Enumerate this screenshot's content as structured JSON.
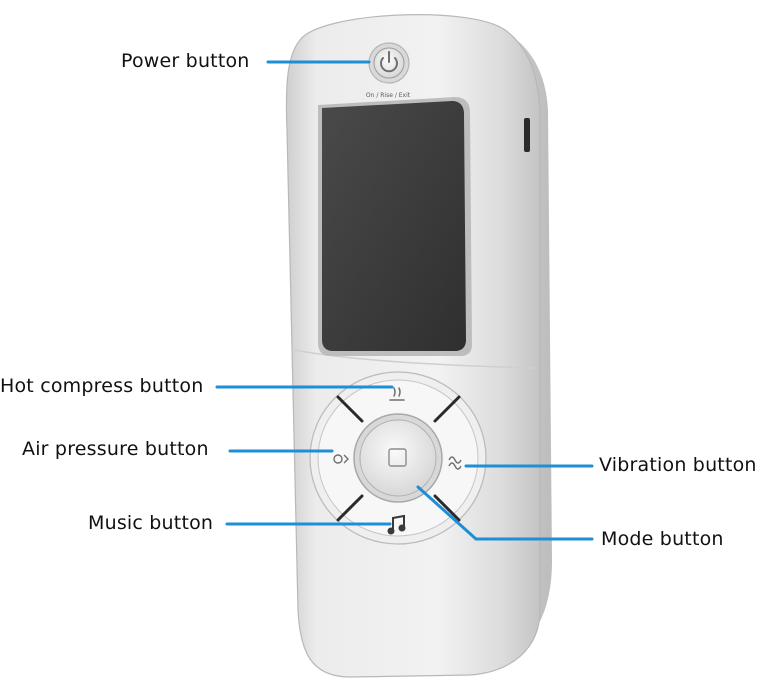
{
  "labels": {
    "power": "Power button",
    "hot_compress": "Hot compress button",
    "air_pressure": "Air pressure button",
    "music": "Music button",
    "vibration": "Vibration button",
    "mode": "Mode button"
  },
  "device": {
    "power_caption": "On / Rise / Exit"
  },
  "colors": {
    "leader_line": "#1e8fd6",
    "device_body": "#e4e4e4",
    "screen": "#3a3a3a",
    "text": "#111111"
  }
}
